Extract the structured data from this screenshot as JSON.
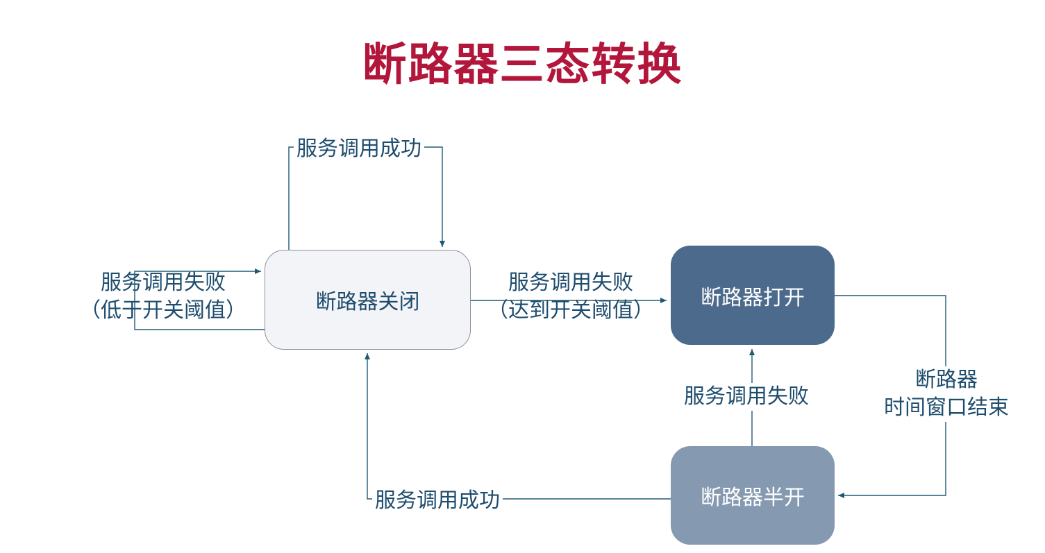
{
  "title": "断路器三态转换",
  "colors": {
    "title": "#b3163b",
    "text": "#1f4d6e",
    "line": "#1e5b73",
    "closed_fill": "#f3f4f7",
    "closed_border": "#8a8f96",
    "open_fill": "#4c6a8c",
    "half_open_fill": "#8599b1",
    "node_text_light": "#ffffff"
  },
  "nodes": {
    "closed": "断路器关闭",
    "open": "断路器打开",
    "half_open": "断路器半开"
  },
  "edges": {
    "closed_self_success": "服务调用成功",
    "closed_self_fail_line1": "服务调用失败",
    "closed_self_fail_line2": "（低于开关阈值）",
    "closed_to_open_line1": "服务调用失败",
    "closed_to_open_line2": "（达到开关阈值）",
    "open_to_half_line1": "断路器",
    "open_to_half_line2": "时间窗口结束",
    "half_to_open": "服务调用失败",
    "half_to_closed": "服务调用成功"
  }
}
